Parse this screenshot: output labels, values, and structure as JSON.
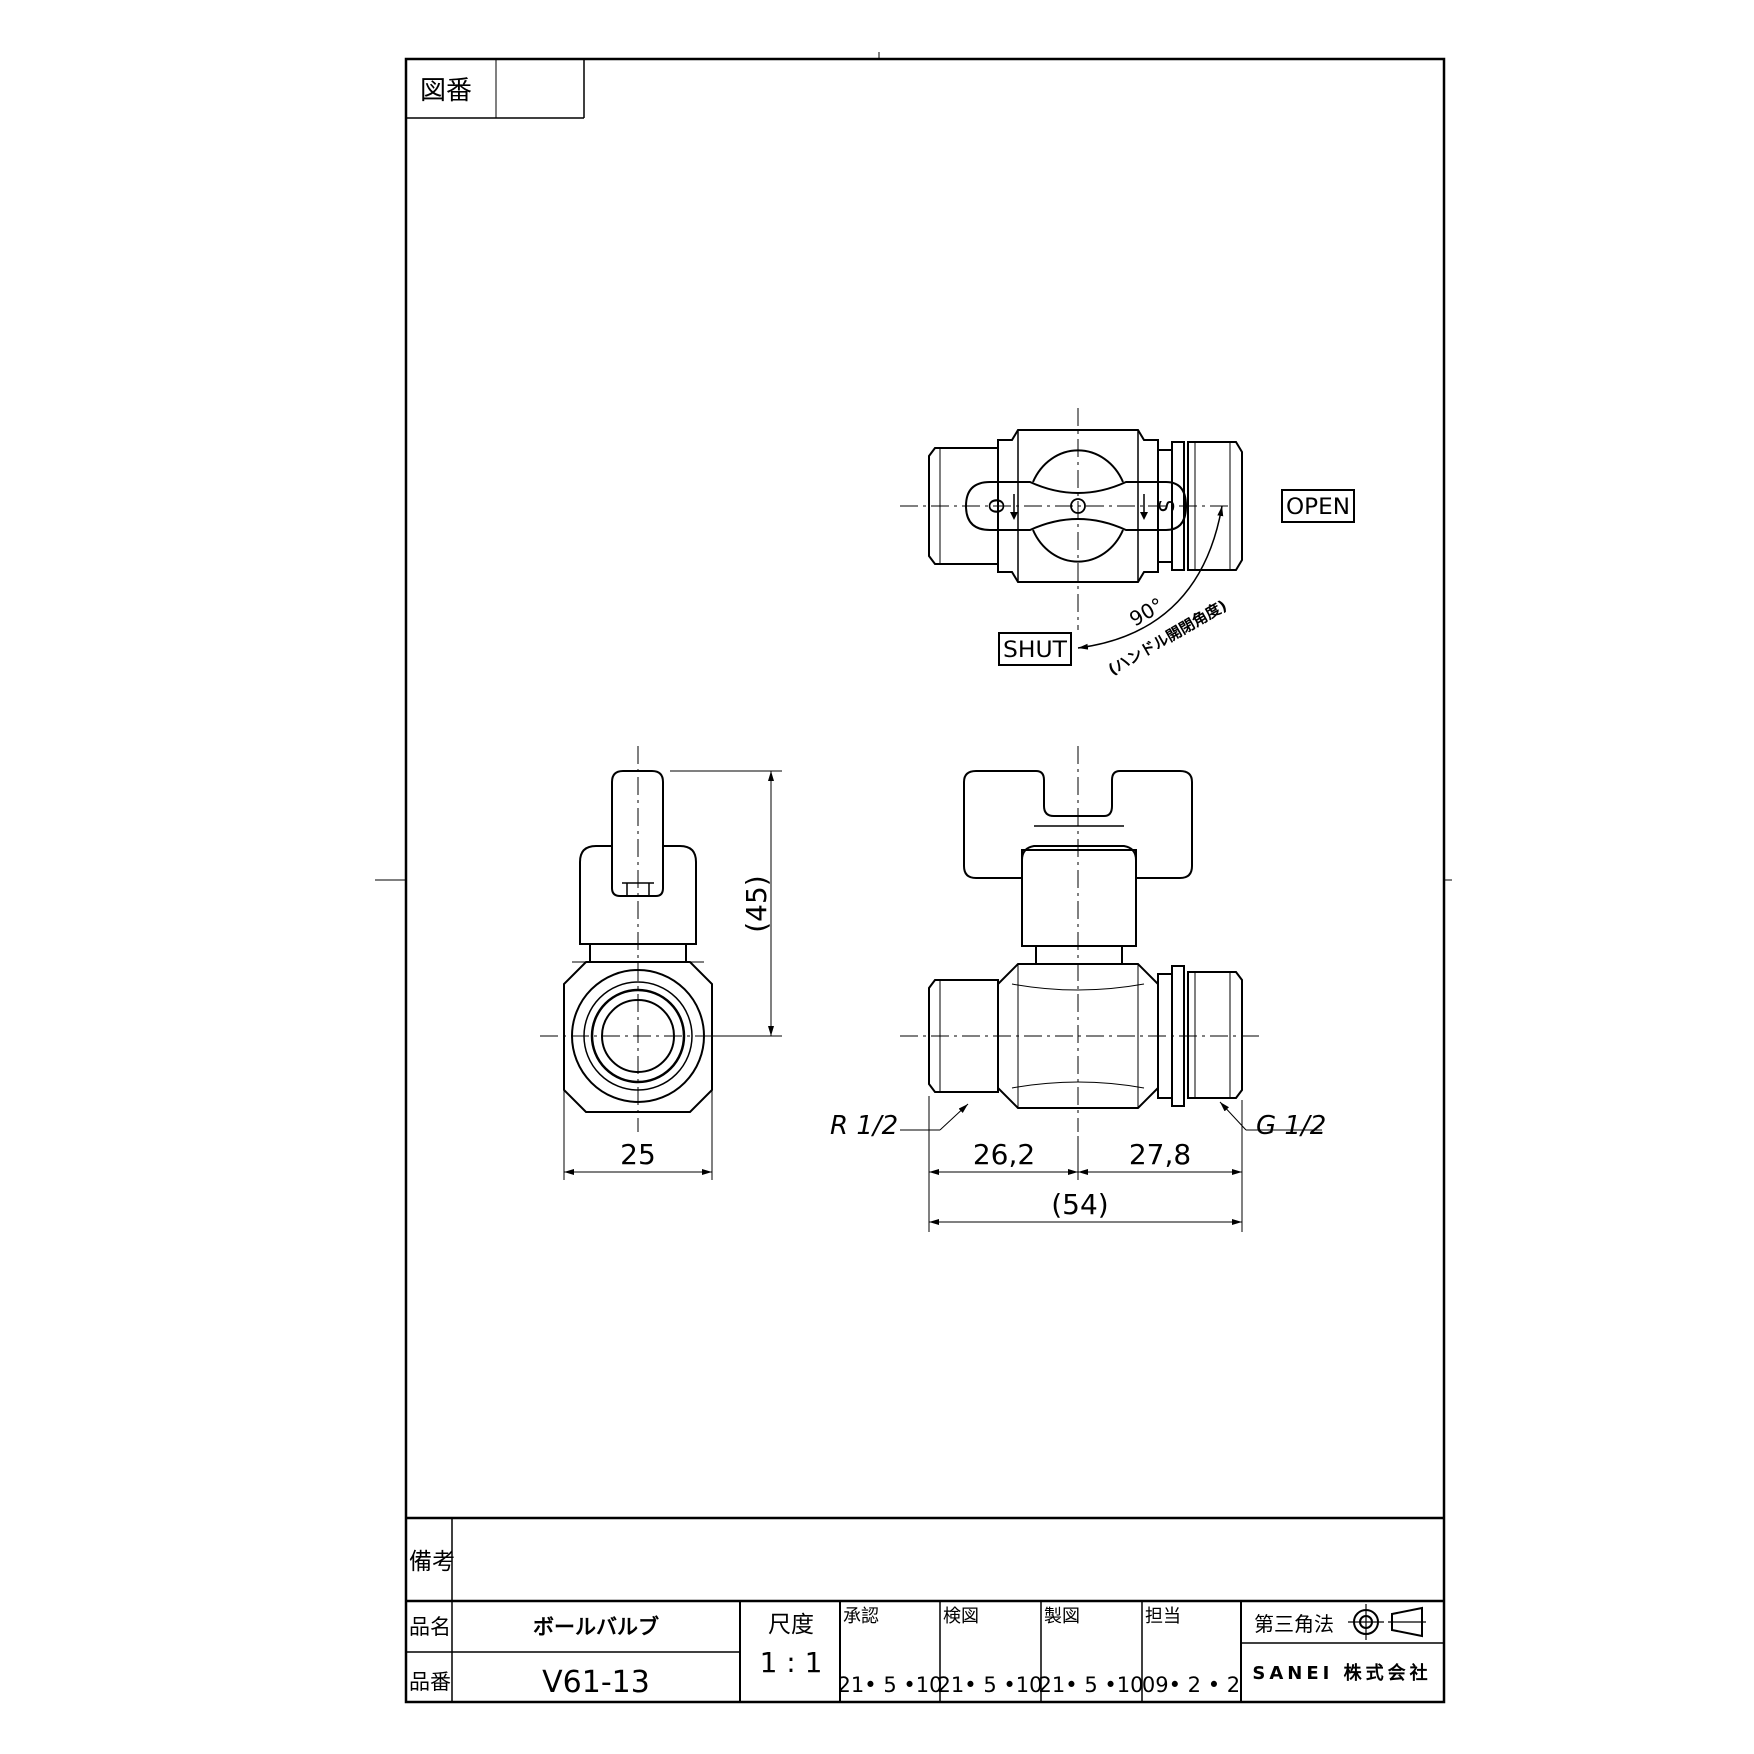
{
  "title_block": {
    "drawing_no_label": "図番",
    "drawing_no_value": "",
    "remarks_label": "備考",
    "product_name_label": "品名",
    "product_name": "ボールバルブ",
    "product_no_label": "品番",
    "product_no": "V61-13",
    "scale_label": "尺度",
    "scale_value": "1 : 1",
    "approved_label": "承認",
    "approved_date": "21• 5 •10",
    "checked_label": "検図",
    "checked_date": "21• 5 •10",
    "drawn_label": "製図",
    "drawn_date": "21• 5 •10",
    "charge_label": "担当",
    "charge_date": "09• 2 • 2",
    "projection_label": "第三角法",
    "company": "SANEI 株式会社"
  },
  "top_view": {
    "open_label": "OPEN",
    "shut_label": "SHUT",
    "angle_label": "90°",
    "angle_note": "(ハンドル開閉角度)",
    "handle_mark_left": "O",
    "handle_mark_right": "S"
  },
  "dimensions": {
    "height": "(45)",
    "width": "25",
    "left_thread": "R 1/2",
    "right_thread": "G 1/2",
    "left_length": "26,2",
    "right_length": "27,8",
    "overall_length": "(54)"
  }
}
